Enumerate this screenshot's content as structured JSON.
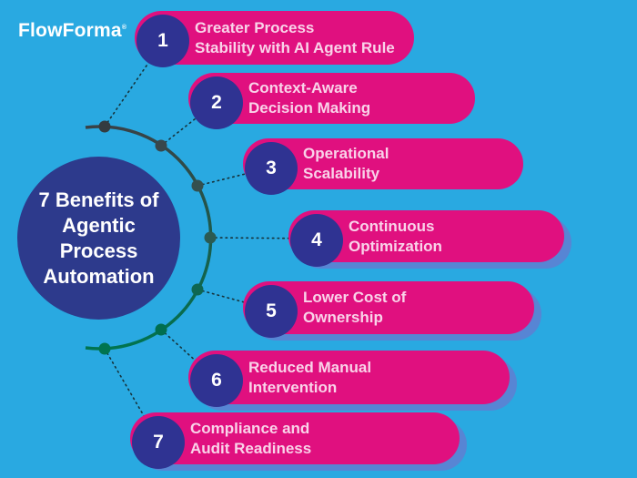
{
  "brand": {
    "name": "FlowForma",
    "trademark": "®"
  },
  "center": {
    "title_lines": [
      "7 Benefits of",
      "Agentic",
      "Process",
      "Automation"
    ]
  },
  "items": [
    {
      "number": "1",
      "line1": "Greater Process",
      "line2": "Stability with AI Agent Rule"
    },
    {
      "number": "2",
      "line1": "Context-Aware",
      "line2": "Decision Making"
    },
    {
      "number": "3",
      "line1": "Operational",
      "line2": "Scalability"
    },
    {
      "number": "4",
      "line1": "Continuous",
      "line2": "Optimization"
    },
    {
      "number": "5",
      "line1": "Lower Cost of",
      "line2": "Ownership"
    },
    {
      "number": "6",
      "line1": "Reduced Manual",
      "line2": "Intervention"
    },
    {
      "number": "7",
      "line1": "Compliance and",
      "line2": "Audit Readiness"
    }
  ],
  "colors": {
    "bg": "#29A9E1",
    "pill": "#E0107F",
    "pill_text": "#F9D3E9",
    "num_circle": "#2F3392",
    "center_circle": "#2D3A8C",
    "arc_dark": "#394247",
    "arc_green": "#00744F",
    "dot_line": "#16323A",
    "shadow_purple": "#8661C7"
  }
}
